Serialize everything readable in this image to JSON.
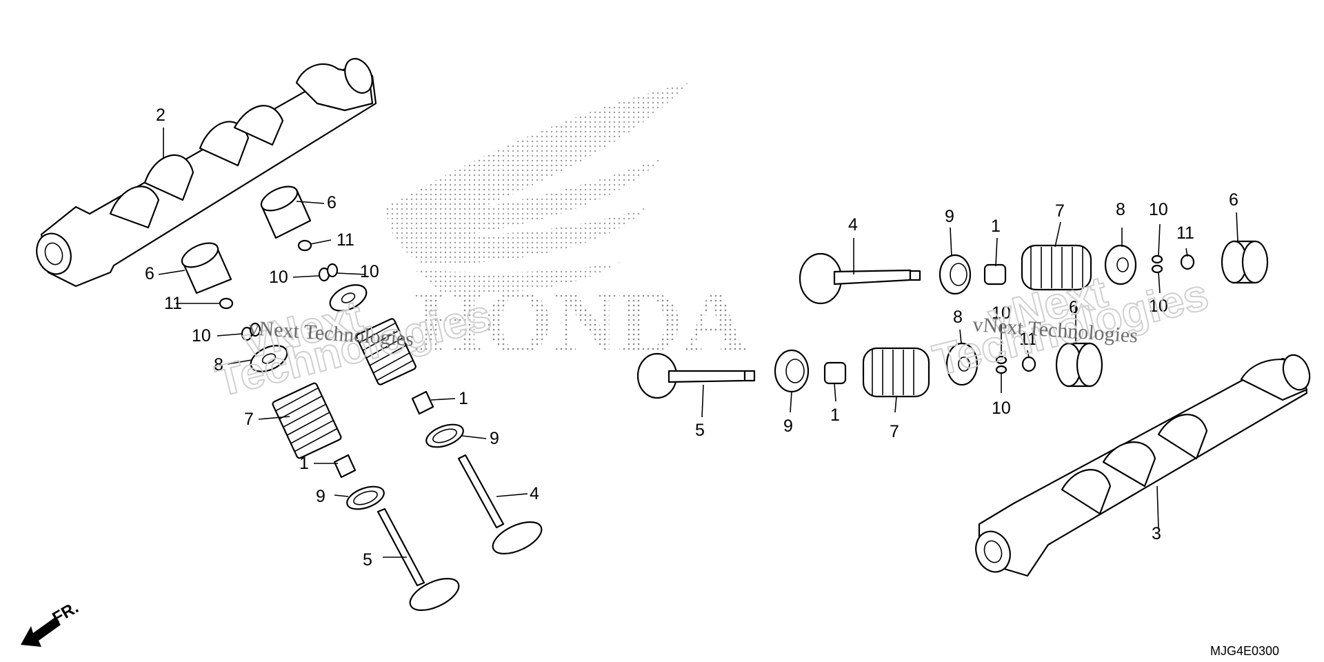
{
  "labels": {
    "p1": "1",
    "p2": "2",
    "p3": "3",
    "p4": "4",
    "p5": "5",
    "p6": "6",
    "p7": "7",
    "p8": "8",
    "p9": "9",
    "p10": "10",
    "p11": "11"
  },
  "diagram_code": "MJG4E0300",
  "front_marker": "FR.",
  "watermark": {
    "line1": "vNext Technologies",
    "big1": "vNext",
    "big2": "Technologies",
    "brand": "HONDA"
  },
  "colors": {
    "ink": "#000000",
    "background": "#ffffff",
    "watermark": "#cfcfcf"
  }
}
